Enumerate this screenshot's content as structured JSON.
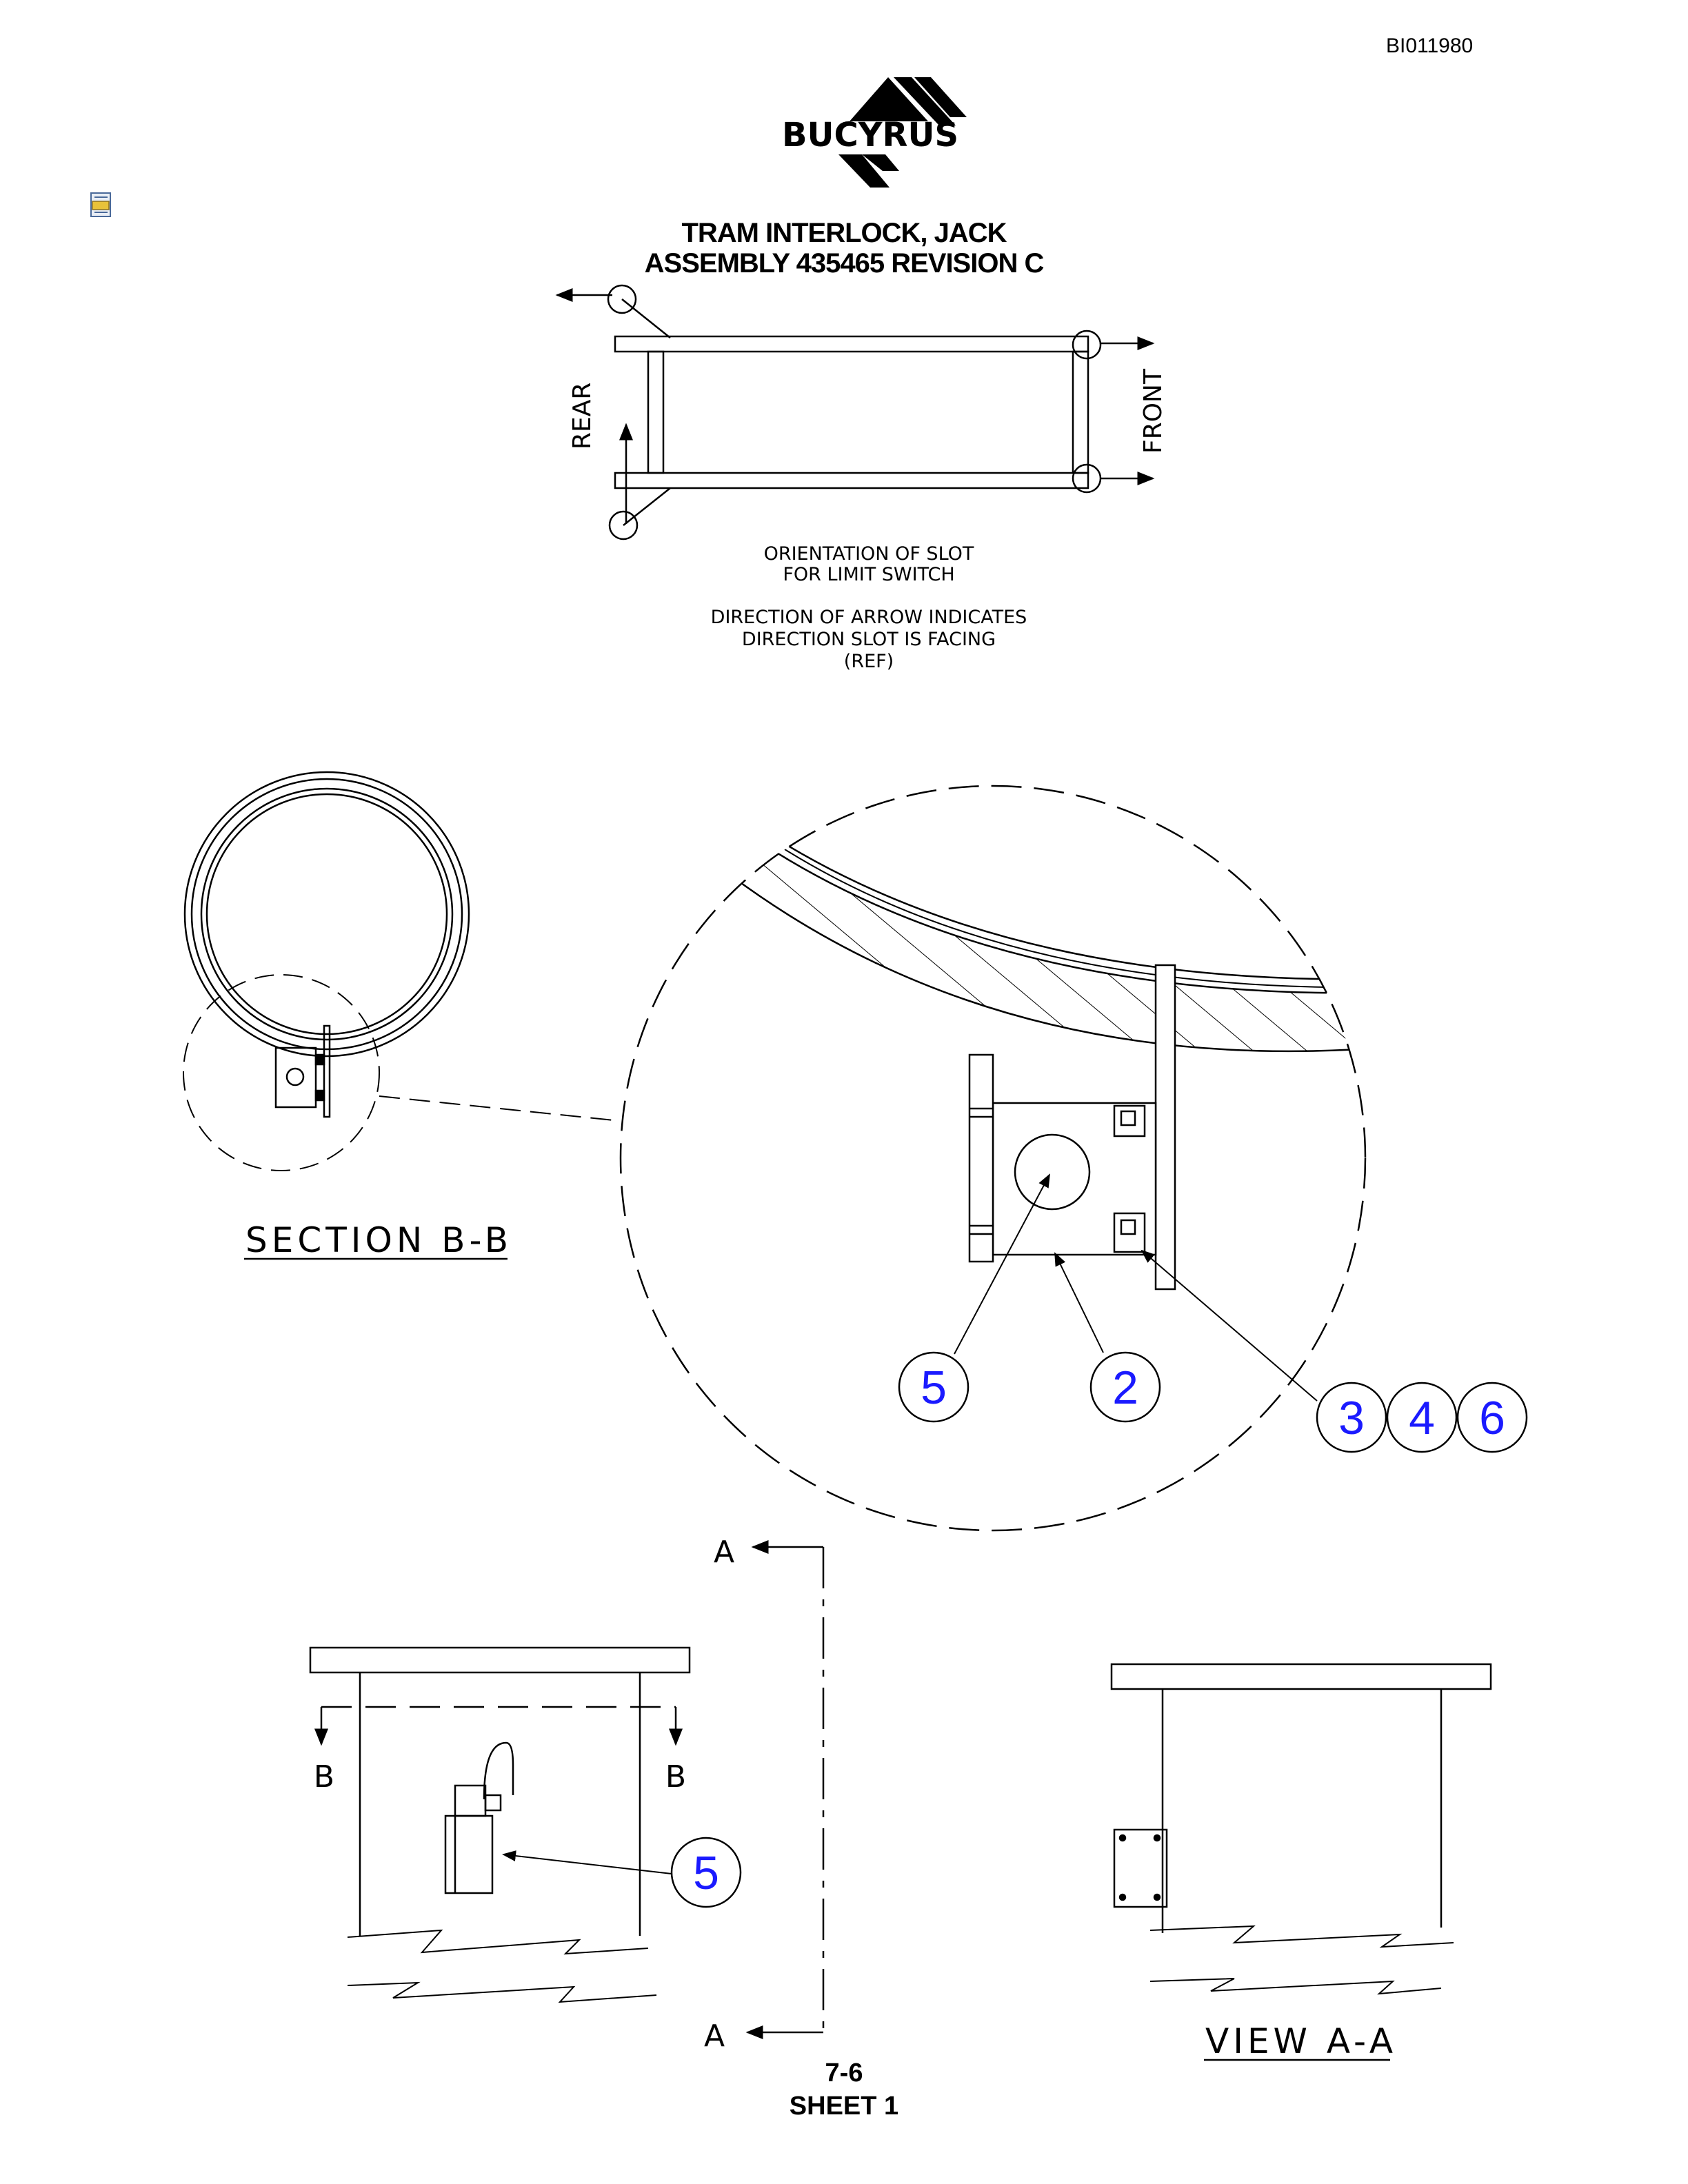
{
  "header": {
    "doc_id": "BI011980",
    "logo_text": "BUCYRUS",
    "title_line1": "TRAM INTERLOCK, JACK",
    "title_line2": "ASSEMBLY 435465 REVISION C"
  },
  "orientation_view": {
    "rear_label": "REAR",
    "front_label": "FRONT",
    "note_line1": "ORIENTATION OF SLOT",
    "note_line2": "FOR LIMIT SWITCH",
    "note_line3": "DIRECTION OF ARROW INDICATES",
    "note_line4": "DIRECTION SLOT IS FACING",
    "note_line5": "(REF)"
  },
  "section_view": {
    "label": "SECTION B-B"
  },
  "detail_callouts": {
    "b1": "5",
    "b2": "2",
    "b3": "3",
    "b4": "4",
    "b5": "6"
  },
  "elevation_view": {
    "cut_label_top": "A",
    "cut_label_bottom": "A",
    "section_left": "B",
    "section_right": "B",
    "callout": "5"
  },
  "view_aa": {
    "label": "VIEW A-A"
  },
  "footer": {
    "page": "7-6",
    "sheet": "SHEET 1"
  },
  "colors": {
    "callout_blue": "#1a1aff",
    "line": "#000000"
  }
}
